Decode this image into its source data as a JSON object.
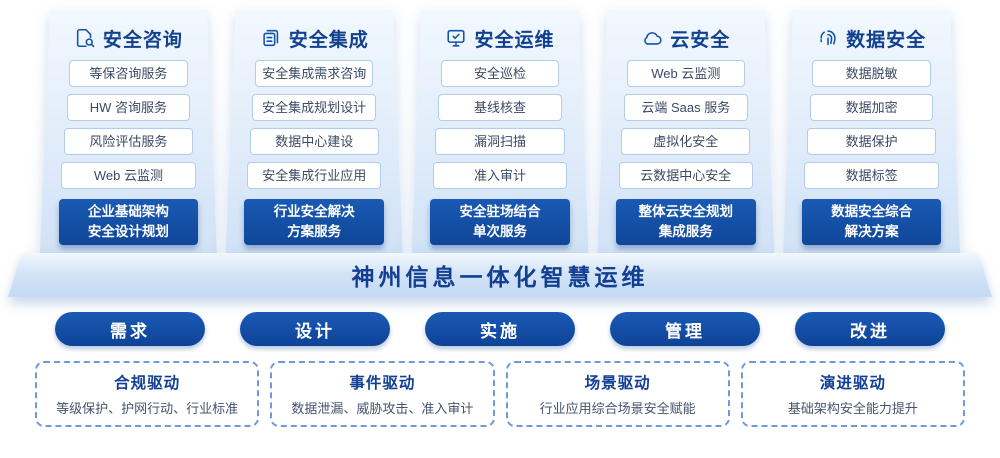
{
  "banner": {
    "title": "神州信息一体化智慧运维"
  },
  "columns": [
    {
      "title": "安全咨询",
      "icon": "doc-search-icon",
      "items": [
        "等保咨询服务",
        "HW 咨询服务",
        "风险评估服务",
        "Web 云监测"
      ],
      "highlight": [
        "企业基础架构",
        "安全设计规划"
      ]
    },
    {
      "title": "安全集成",
      "icon": "stacked-docs-icon",
      "items": [
        "安全集成需求咨询",
        "安全集成规划设计",
        "数据中心建设",
        "安全集成行业应用"
      ],
      "highlight": [
        "行业安全解决",
        "方案服务"
      ]
    },
    {
      "title": "安全运维",
      "icon": "monitor-check-icon",
      "items": [
        "安全巡检",
        "基线核查",
        "漏洞扫描",
        "准入审计"
      ],
      "highlight": [
        "安全驻场结合",
        "单次服务"
      ]
    },
    {
      "title": "云安全",
      "icon": "cloud-icon",
      "items": [
        "Web 云监测",
        "云端 Saas 服务",
        "虚拟化安全",
        "云数据中心安全"
      ],
      "highlight": [
        "整体云安全规划",
        "集成服务"
      ]
    },
    {
      "title": "数据安全",
      "icon": "fingerprint-icon",
      "items": [
        "数据脱敏",
        "数据加密",
        "数据保护",
        "数据标签"
      ],
      "highlight": [
        "数据安全综合",
        "解决方案"
      ]
    }
  ],
  "phases": [
    "需求",
    "设计",
    "实施",
    "管理",
    "改进"
  ],
  "drivers": [
    {
      "title": "合规驱动",
      "desc": "等级保护、护网行动、行业标准"
    },
    {
      "title": "事件驱动",
      "desc": "数据泄漏、威胁攻击、准入审计"
    },
    {
      "title": "场景驱动",
      "desc": "行业应用综合场景安全赋能"
    },
    {
      "title": "演进驱动",
      "desc": "基础架构安全能力提升"
    }
  ],
  "colors": {
    "primary_blue": "#1553a8",
    "navy_text": "#11408f",
    "highlight_bg": "#0f4699",
    "card_bg": "#dce9f8",
    "dashed_border": "#6f9ad9"
  }
}
